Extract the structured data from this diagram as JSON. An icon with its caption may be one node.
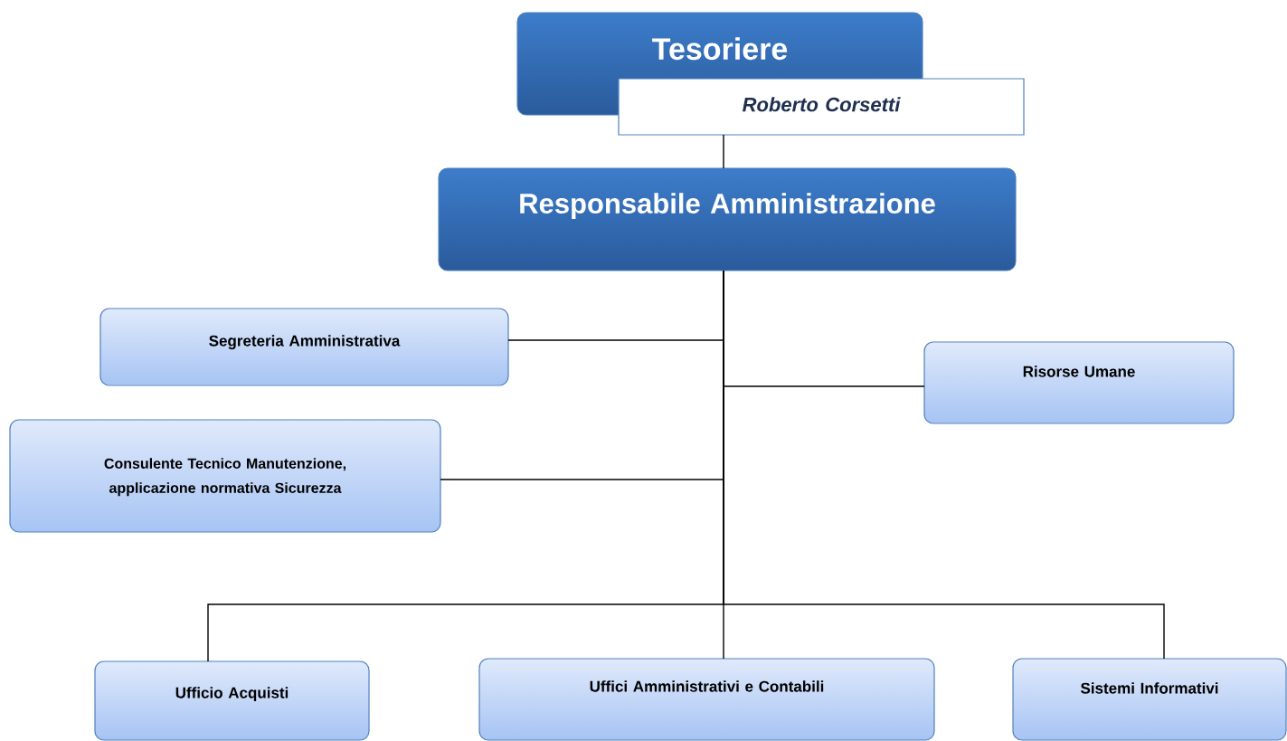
{
  "diagram": {
    "nodes": [
      {
        "text": [
          "Tesoriere"
        ]
      },
      {
        "text": [
          "Roberto Corsetti"
        ]
      },
      {
        "text": [
          "Responsabile Amministrazione"
        ]
      },
      {
        "text": [
          "Segreteria Amministrativa"
        ]
      },
      {
        "text": [
          "Risorse Umane"
        ]
      },
      {
        "text": [
          "Consulente Tecnico Manutenzione, applicazione normativa Sicurezza"
        ]
      },
      {
        "text": [
          "Ufficio Acquisti"
        ]
      },
      {
        "text": [
          "Uffici Amministrativi e Contabili"
        ]
      },
      {
        "text": [
          "Sistemi Informativi"
        ]
      }
    ],
    "edges": [
      {
        "from": 1,
        "to": 2,
        "arrow": "none"
      },
      {
        "from": 2,
        "to": 3,
        "arrow": "none"
      },
      {
        "from": 2,
        "to": 4,
        "arrow": "none"
      },
      {
        "from": 2,
        "to": 5,
        "arrow": "none"
      },
      {
        "from": 2,
        "to": 6,
        "arrow": "none"
      },
      {
        "from": 2,
        "to": 7,
        "arrow": "none"
      },
      {
        "from": 2,
        "to": 8,
        "arrow": "none"
      }
    ]
  }
}
